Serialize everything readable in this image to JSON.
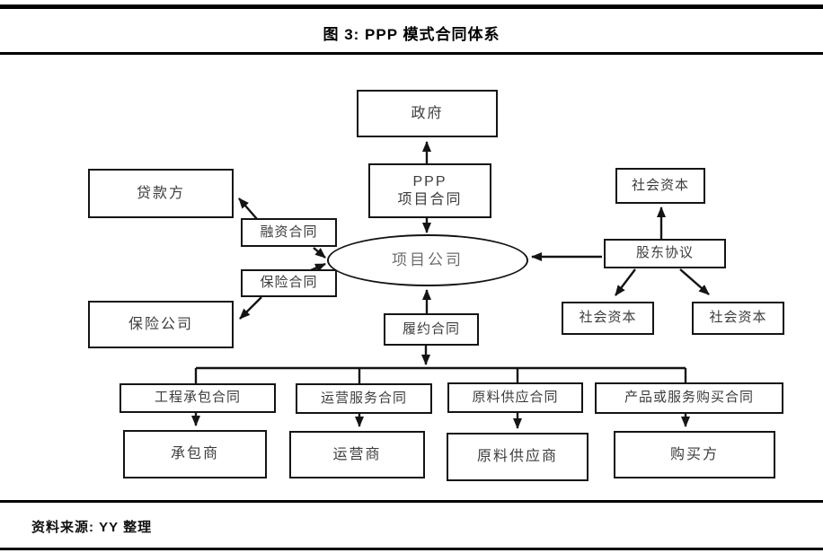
{
  "figure": {
    "title": "图 3: PPP 模式合同体系",
    "source": "资料来源: YY 整理"
  },
  "nodes": {
    "government": "政府",
    "ppp_line1": "PPP",
    "ppp_line2": "项目合同",
    "lender": "贷款方",
    "financing_contract": "融资合同",
    "insurance_contract": "保险合同",
    "insurance_company": "保险公司",
    "project_company": "项目公司",
    "social_capital_top": "社会资本",
    "shareholder_agreement": "股东协议",
    "social_capital_left": "社会资本",
    "social_capital_right": "社会资本",
    "performance_contract": "履约合同",
    "construction_contract": "工程承包合同",
    "operation_contract": "运营服务合同",
    "supply_contract": "原料供应合同",
    "purchase_contract": "产品或服务购买合同",
    "contractor": "承包商",
    "operator": "运营商",
    "supplier": "原料供应商",
    "buyer": "购买方"
  },
  "colors": {
    "line": "#141414",
    "box_text": "#3c3c3c",
    "ellipse_text": "#6e6e6e"
  }
}
